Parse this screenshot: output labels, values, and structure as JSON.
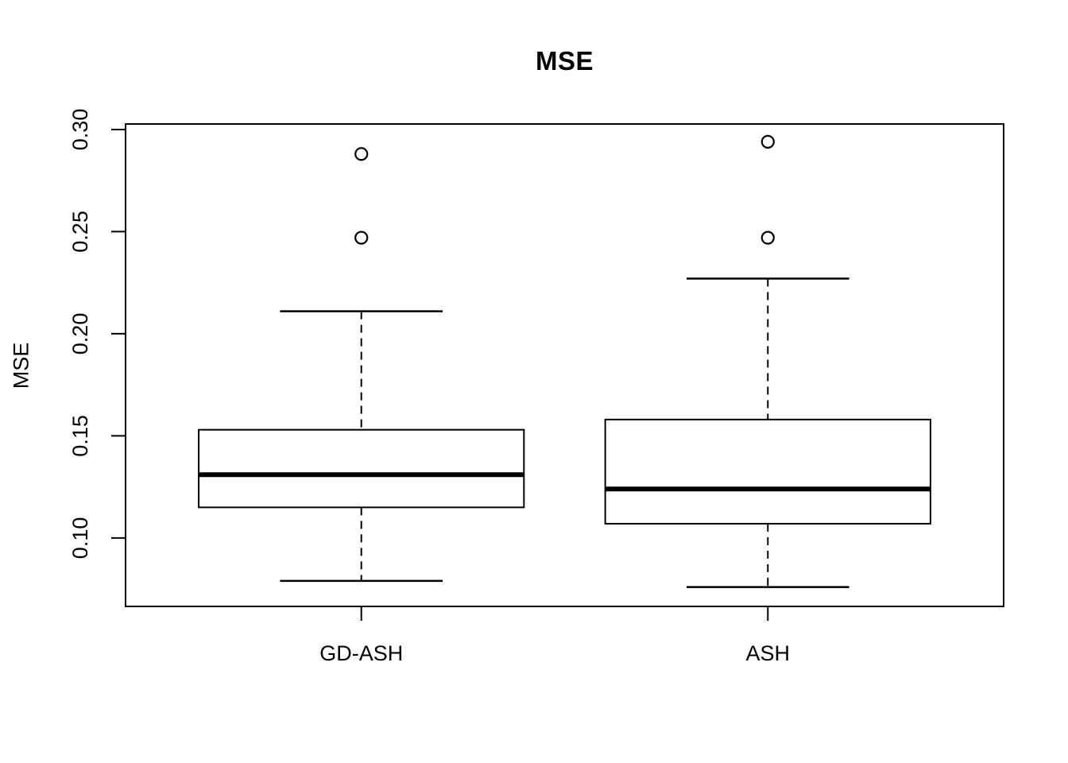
{
  "page": {
    "background_color": "#ffffff",
    "foreground_color": "#000000"
  },
  "chart_data": {
    "type": "boxplot",
    "title": "MSE",
    "ylabel": "MSE",
    "xlabel": "",
    "grid": false,
    "legend_position": "none",
    "categories": [
      "GD-ASH",
      "ASH"
    ],
    "ytick_values": [
      0.1,
      0.15,
      0.2,
      0.25,
      0.3
    ],
    "ytick_labels": [
      "0.10",
      "0.15",
      "0.20",
      "0.25",
      "0.30"
    ],
    "ylim": [
      0.0665,
      0.3027
    ],
    "series": [
      {
        "name": "GD-ASH",
        "lower_whisker": 0.079,
        "q1": 0.115,
        "median": 0.131,
        "q3": 0.153,
        "upper_whisker": 0.211,
        "outliers": [
          0.247,
          0.288
        ]
      },
      {
        "name": "ASH",
        "lower_whisker": 0.076,
        "q1": 0.107,
        "median": 0.124,
        "q3": 0.158,
        "upper_whisker": 0.227,
        "outliers": [
          0.247,
          0.294
        ]
      }
    ]
  }
}
